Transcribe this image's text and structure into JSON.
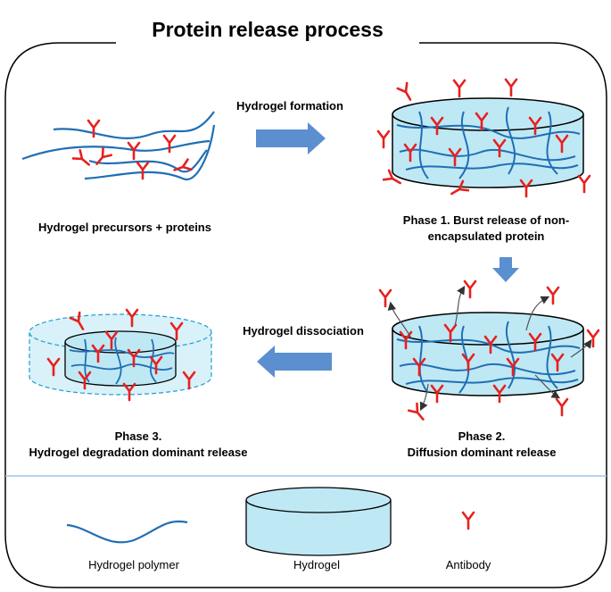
{
  "title": "Protein release process",
  "steps": {
    "formation": "Hydrogel formation",
    "dissociation": "Hydrogel dissociation"
  },
  "stages": {
    "precursors": "Hydrogel precursors + proteins",
    "phase1": {
      "line1": "Phase 1. Burst release of non-",
      "line2": "encapsulated protein"
    },
    "phase2": {
      "line1": "Phase 2.",
      "line2": "Diffusion dominant release"
    },
    "phase3": {
      "line1": "Phase 3.",
      "line2": "Hydrogel degradation dominant release"
    }
  },
  "legend": {
    "polymer": "Hydrogel polymer",
    "hydrogel": "Hydrogel",
    "antibody": "Antibody"
  },
  "colors": {
    "polymer": "#1f6fb5",
    "hydrogel_fill": "#bfe8f5",
    "antibody": "#e8201f",
    "arrow": "#5b8fd0",
    "separator": "#9dc3e6"
  }
}
